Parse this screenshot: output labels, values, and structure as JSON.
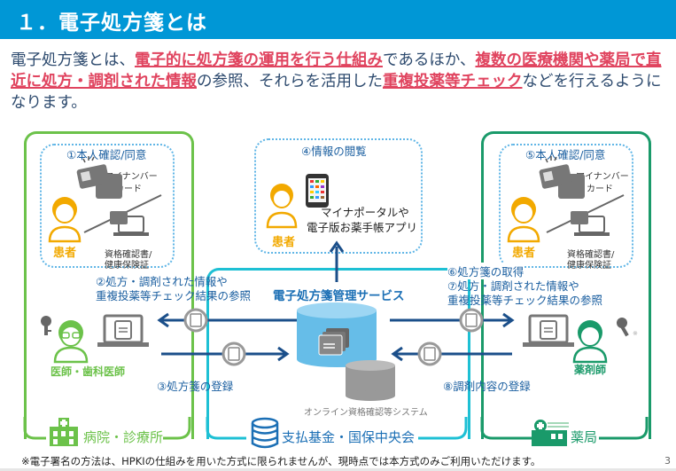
{
  "header": {
    "title": "１．電子処方箋とは"
  },
  "intro": {
    "segments": [
      {
        "text": "電子処方箋とは、",
        "emphasis": false
      },
      {
        "text": "電子的に処方箋の運用を行う仕組み",
        "emphasis": true
      },
      {
        "text": "であるほか、",
        "emphasis": false
      },
      {
        "text": "複数の医療機関や薬局で直近に処方・調剤された情報",
        "emphasis": true
      },
      {
        "text": "の参照、それらを活用した",
        "emphasis": false
      },
      {
        "text": "重複投薬等チェック",
        "emphasis": true
      },
      {
        "text": "などを行えるようになります。",
        "emphasis": false
      }
    ]
  },
  "colors": {
    "header": "#0097d6",
    "emphasis": "#e0445f",
    "hospital": "#6cc24a",
    "center": "#1ec0d4",
    "pharmacy": "#1a9a6a",
    "patient": "#f2a900",
    "arrow": "#1b4f8a"
  },
  "hospital": {
    "consent_title": "①本人確認/同意",
    "card_label_1": "マイナンバー",
    "card_label_2": "カード",
    "cert_label_1": "資格確認書/",
    "cert_label_2": "健康保険証",
    "patient_label": "患者",
    "doctor_label": "医師・歯科医師",
    "footer_label": "病院・診療所",
    "ref_label_1": "②処方・調剤された情報や",
    "ref_label_2": "重複投薬等チェック結果の参照",
    "register_label": "③処方箋の登録",
    "note_mark": "※"
  },
  "center": {
    "view_title": "④情報の閲覧",
    "app_label_1": "マイナポータルや",
    "app_label_2": "電子版お薬手帳アプリ",
    "patient_label": "患者",
    "service_label": "電子処方箋管理サービス",
    "online_label": "オンライン資格確認等システム",
    "footer_label": "支払基金・国保中央会"
  },
  "pharmacy": {
    "consent_title": "⑤本人確認/同意",
    "card_label_1": "マイナンバー",
    "card_label_2": "カード",
    "cert_label_1": "資格確認書/",
    "cert_label_2": "健康保険証",
    "patient_label": "患者",
    "pharmacist_label": "薬剤師",
    "footer_label": "薬局",
    "get_label": "⑥処方箋の取得",
    "ref_label_1": "⑦処方・調剤された情報や",
    "ref_label_2": "重複投薬等チェック結果の参照",
    "register_label": "⑧調剤内容の登録",
    "note_mark": "※"
  },
  "footer": {
    "note": "※電子署名の方法は、HPKIの仕組みを用いた方式に限られませんが、現時点では本方式のみご利用いただけます。",
    "page_number": "3"
  }
}
